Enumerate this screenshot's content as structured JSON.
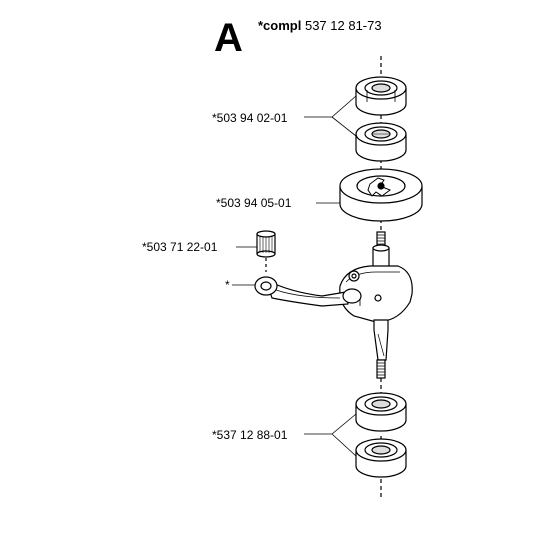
{
  "header": {
    "letter": "A",
    "prefix": "*compl",
    "part_number": "537 12 81-73"
  },
  "callouts": {
    "top_bearings": "*503 94 02-01",
    "clutch_drum": "*503 94 05-01",
    "needle_bearing": "*503 71 22-01",
    "crankshaft": "*",
    "bottom_bearings": "*537 12 88-01"
  }
}
